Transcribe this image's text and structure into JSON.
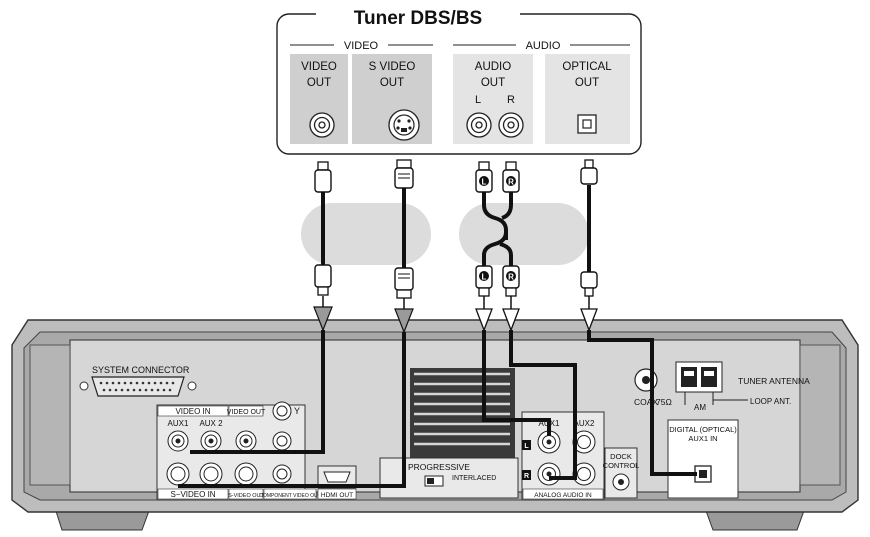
{
  "tuner": {
    "title": "Tuner DBS/BS",
    "video_group": "VIDEO",
    "audio_group": "AUDIO",
    "video_out": [
      "VIDEO",
      "OUT"
    ],
    "svideo_out": [
      "S VIDEO",
      "OUT"
    ],
    "audio_out": [
      "AUDIO",
      "OUT"
    ],
    "audio_l": "L",
    "audio_r": "R",
    "optical_out": [
      "OPTICAL",
      "OUT"
    ]
  },
  "plugs": {
    "left": "L",
    "right": "R"
  },
  "receiver": {
    "system_connector": "SYSTEM CONNECTOR",
    "video_in": "VIDEO IN",
    "video_out": "VIDEO OUT",
    "aux1": "AUX1",
    "aux2": "AUX 2",
    "y": "Y",
    "s_video_in": "S−VIDEO IN",
    "s_video_out": "S-VIDEO OUT",
    "component_video_out": "COMPONENT VIDEO OUT",
    "hdmi_out": "HDMI OUT",
    "progressive": "PROGRESSIVE",
    "interlaced": "INTERLACED",
    "analog_aux1": "AUX1",
    "analog_aux2": "AUX2",
    "analog_audio_in": "ANALOG AUDIO IN",
    "dock_control": [
      "DOCK",
      "CONTROL"
    ],
    "coax": "COAX",
    "ohm": "75Ω",
    "am": "AM",
    "loop_ant": "LOOP ANT.",
    "tuner_antenna": "TUNER ANTENNA",
    "digital_optical": [
      "DIGITAL (OPTICAL)",
      "AUX1 IN"
    ],
    "side_l": "L",
    "side_r": "R"
  }
}
